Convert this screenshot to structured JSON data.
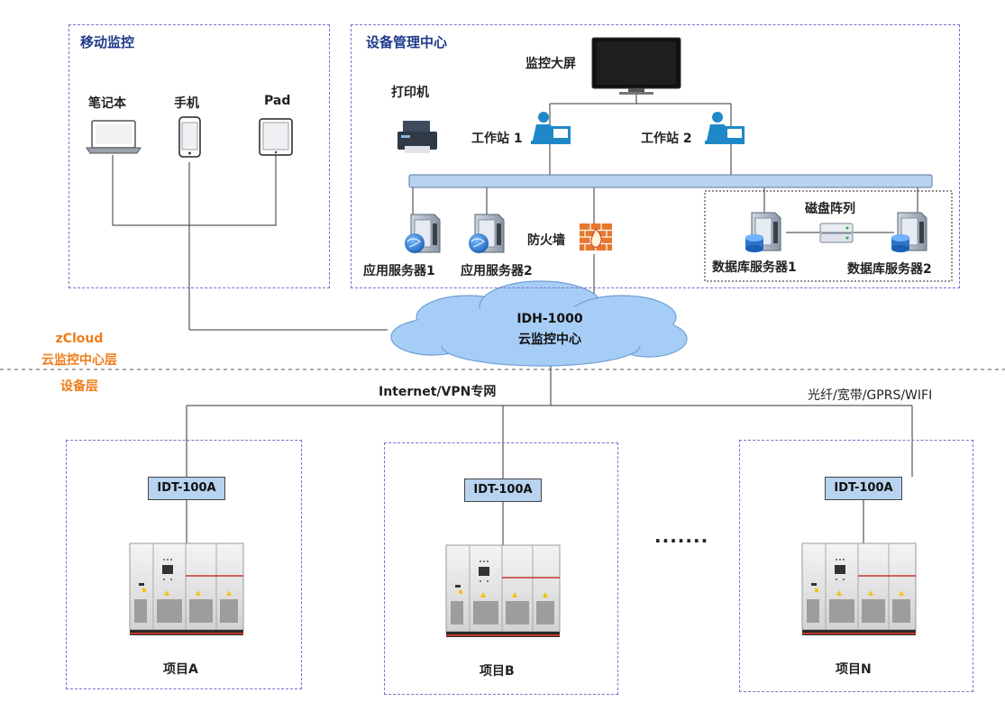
{
  "groups": {
    "mobile": {
      "title": "移动监控",
      "laptop": "笔记本",
      "phone": "手机",
      "pad": "Pad"
    },
    "center": {
      "title": "设备管理中心",
      "screen": "监控大屏",
      "printer": "打印机",
      "workstation1": "工作站 1",
      "workstation2": "工作站 2",
      "firewall": "防火墙",
      "app_server1": "应用服务器1",
      "app_server2": "应用服务器2",
      "disk_array": "磁盘阵列",
      "db_server1": "数据库服务器1",
      "db_server2": "数据库服务器2"
    }
  },
  "cloud": {
    "name": "IDH-1000",
    "subtitle": "云监控中心"
  },
  "layers": {
    "brand": "zCloud",
    "cloud_layer": "云监控中心层",
    "device_layer": "设备层"
  },
  "links": {
    "internet": "Internet/VPN专网",
    "access": "光纤/宽带/GPRS/WIFI"
  },
  "projects": [
    {
      "gateway": "IDT-100A",
      "name": "项目A"
    },
    {
      "gateway": "IDT-100A",
      "name": "项目B"
    },
    {
      "gateway": "IDT-100A",
      "name": "项目N"
    }
  ],
  "ellipsis": "·······",
  "colors": {
    "accent": "#1f3a8a",
    "layer_label": "#ee7d1a",
    "bus": "#b8d3f0",
    "cloud": "#a6cdf5",
    "box_border": "#7b6fd0"
  }
}
